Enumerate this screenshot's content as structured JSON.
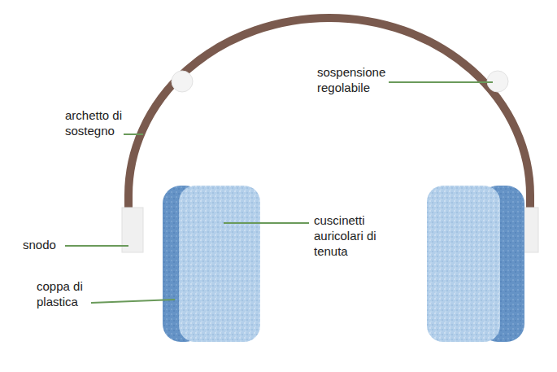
{
  "diagram": {
    "labels": [
      "sospensione regolabile",
      "archetto di sostegno",
      "snodo",
      "cuscinetti auricolari di tenuta",
      "coppa di plastica"
    ]
  }
}
